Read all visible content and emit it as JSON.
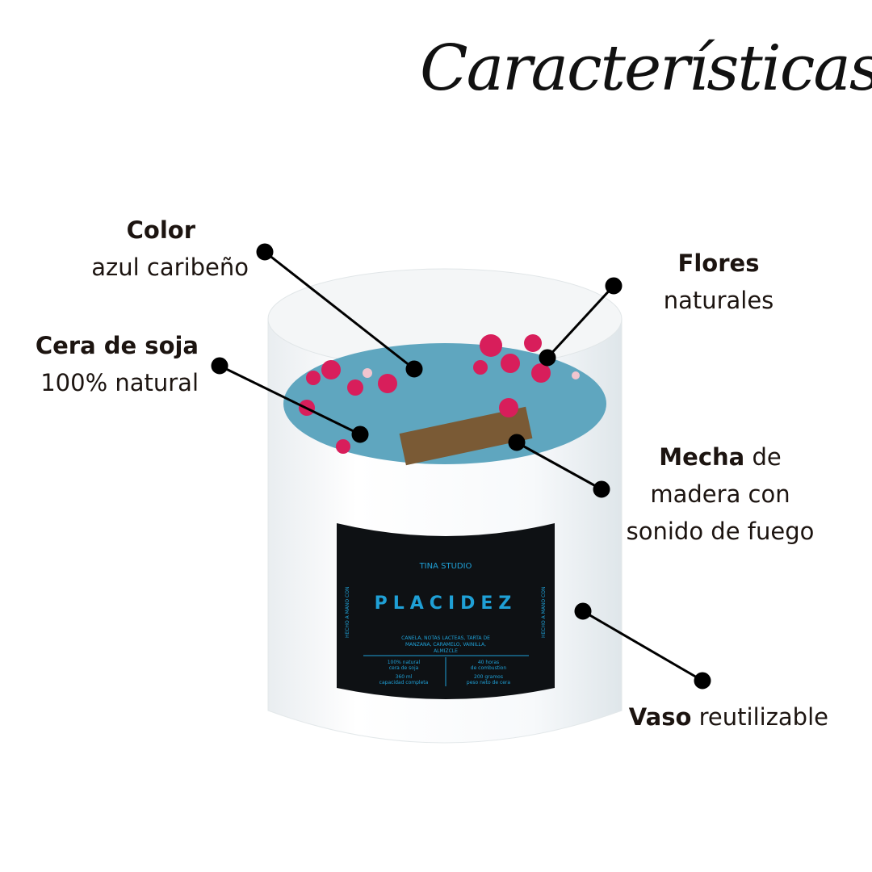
{
  "title": "Características",
  "features": {
    "color": {
      "bold": "Color",
      "text": "azul caribeño"
    },
    "wax": {
      "bold": "Cera de soja",
      "text": "100% natural"
    },
    "flowers": {
      "bold": "Flores",
      "text": "naturales"
    },
    "wick": {
      "bold": "Mecha",
      "text1": " de",
      "text2": "madera con",
      "text3": "sonido de fuego"
    },
    "glass": {
      "bold": "Vaso",
      "text": " reutilizable"
    }
  },
  "product_label": {
    "brand": "TINA STUDIO",
    "name": "PLACIDEZ",
    "notes1": "CANELA, NOTAS LACTEAS, TARTA DE",
    "notes2": "MANZANA, CARAMELO, VAINILLA,",
    "notes3": "ALMIZCLE",
    "spec1a": "100% natural",
    "spec1b": "cera de soja",
    "spec2a": "40 horas",
    "spec2b": "de combustion",
    "spec3a": "360 ml",
    "spec3b": "capacidad completa",
    "spec4a": "200 gramos",
    "spec4b": "peso neto de cera",
    "side": "HECHO A MANO CON"
  },
  "colors": {
    "wax": "#5fa6bf",
    "label": "#0e1114",
    "label_text": "#1fa0d6",
    "flower": "#d81e5b"
  }
}
